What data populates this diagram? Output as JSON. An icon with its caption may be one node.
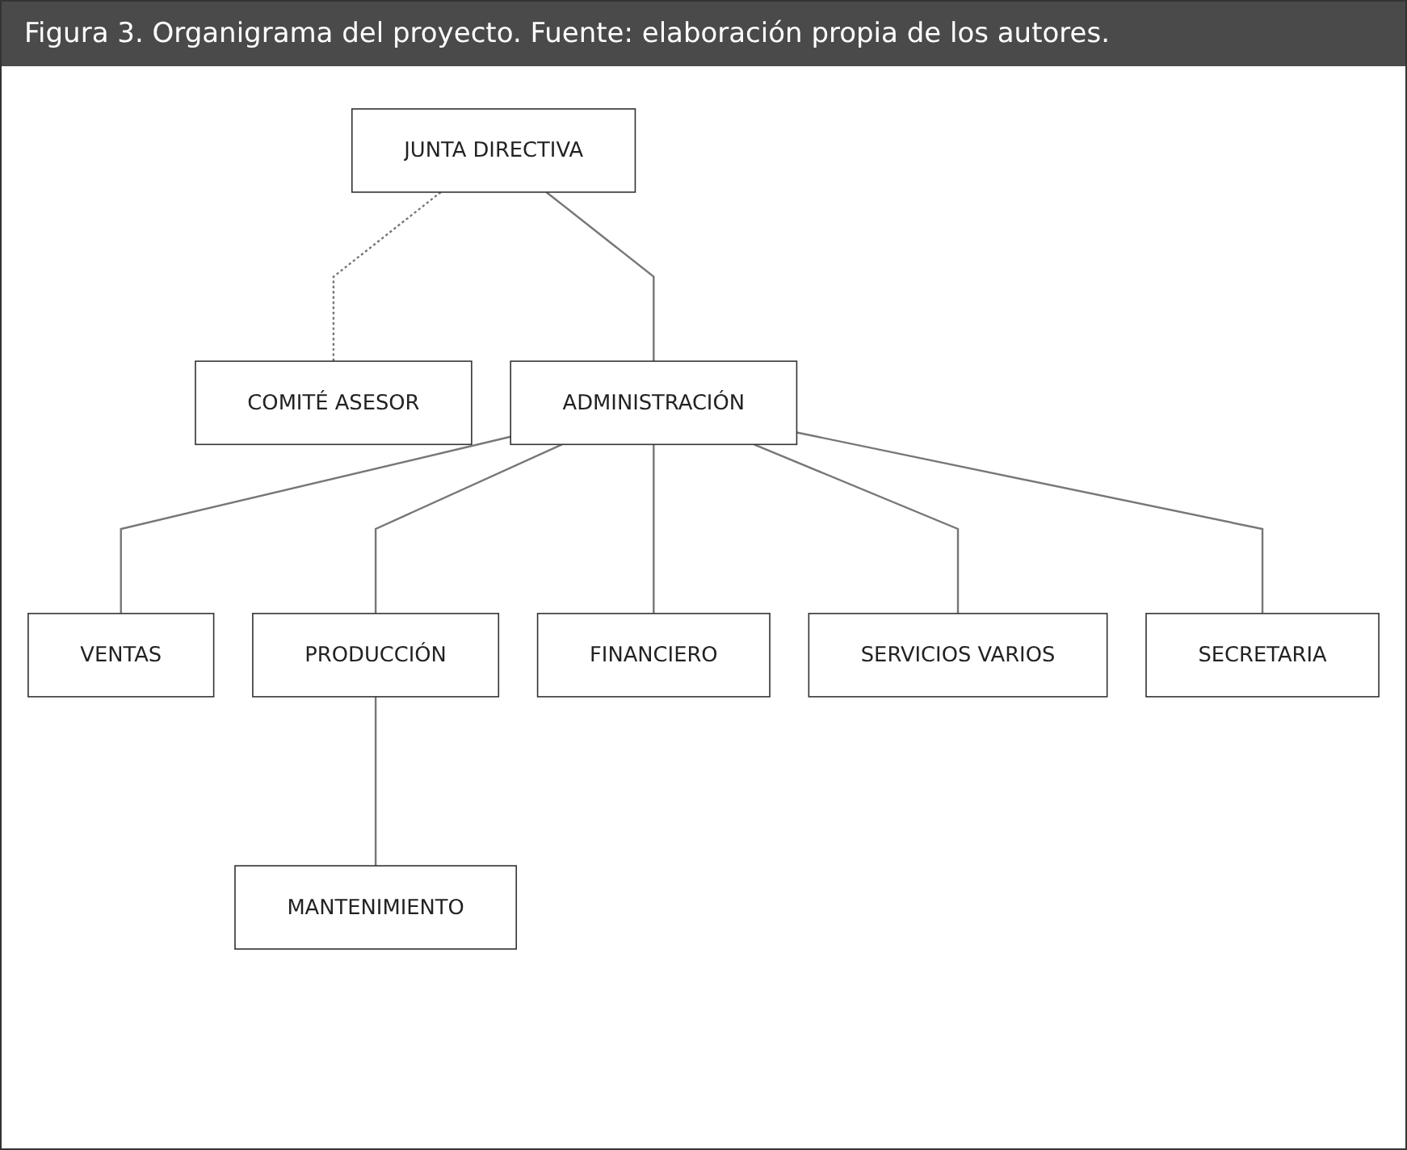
{
  "diagram": {
    "title": "Figura 3. Organigrama del proyecto. Fuente: elaboración propia de los autores.",
    "nodes": [
      {
        "text": [
          "JUNTA DIRECTIVA"
        ]
      },
      {
        "text": [
          "COMITÉ ASESOR"
        ]
      },
      {
        "text": [
          "ADMINISTRACIÓN"
        ]
      },
      {
        "text": [
          "SECRETARIA"
        ]
      },
      {
        "text": [
          "VENTAS"
        ]
      },
      {
        "text": [
          "PRODUCCIÓN"
        ]
      },
      {
        "text": [
          "FINANCIERO"
        ]
      },
      {
        "text": [
          "SERVICIOS VARIOS"
        ]
      },
      {
        "text": [
          "MANTENIMIENTO"
        ]
      }
    ],
    "edges": [
      {
        "from": 0,
        "to": 2,
        "arrow": "none"
      },
      {
        "from": 0,
        "to": 1,
        "arrow": "none",
        "style": "dashed"
      },
      {
        "from": 2,
        "to": 3,
        "arrow": "none"
      },
      {
        "from": 2,
        "to": 4,
        "arrow": "none"
      },
      {
        "from": 2,
        "to": 5,
        "arrow": "none"
      },
      {
        "from": 2,
        "to": 6,
        "arrow": "none"
      },
      {
        "from": 2,
        "to": 7,
        "arrow": "none"
      },
      {
        "from": 5,
        "to": 8,
        "arrow": "none"
      }
    ]
  }
}
